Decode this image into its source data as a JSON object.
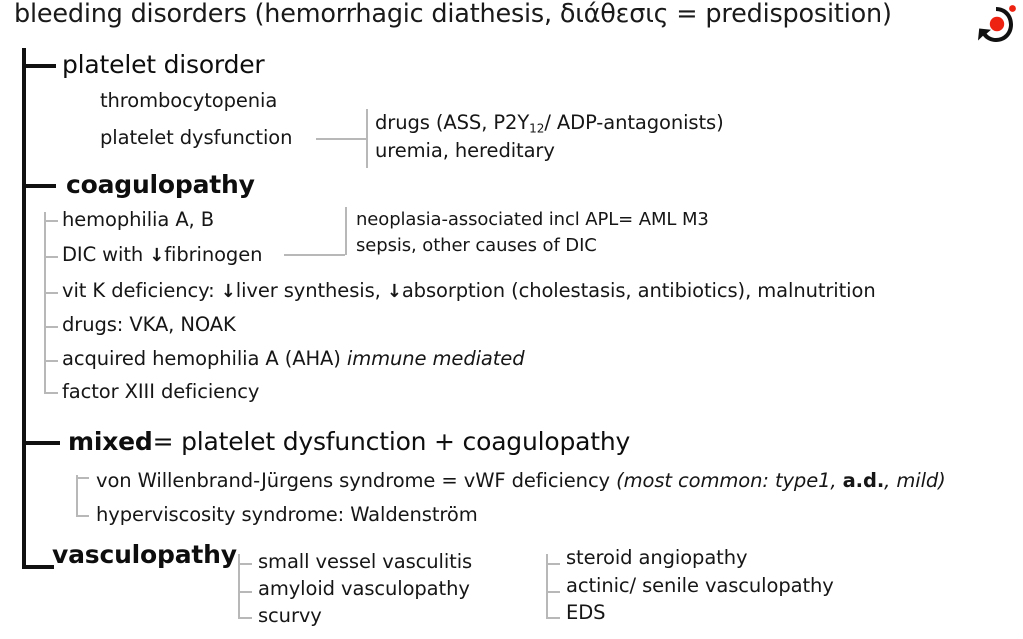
{
  "title": "bleeding disorders (hemorrhagic diathesis, διάθεσις = predisposition)",
  "logo": {
    "name": "brand-logo",
    "shape_color": "#111111",
    "dot_color": "#ee2211"
  },
  "sections": {
    "platelet": {
      "heading": "platelet disorder",
      "items": [
        {
          "label": "thrombocytopenia"
        },
        {
          "label": "platelet dysfunction"
        }
      ],
      "branch": [
        {
          "pre": "drugs (ASS, P2Y",
          "sub": "12",
          "post": "/ ADP-antagonists)"
        },
        {
          "label": "uremia, hereditary"
        }
      ]
    },
    "coagulopathy": {
      "heading": "coagulopathy",
      "items": [
        {
          "label": "hemophilia A, B"
        },
        {
          "pre": "DIC with ",
          "arrow": "↓",
          "post": "fibrinogen"
        },
        {
          "pre": "vit K deficiency: ",
          "arrow": "↓",
          "mid": "liver synthesis, ",
          "arrow2": "↓",
          "post": "absorption (cholestasis, antibiotics), malnutrition"
        },
        {
          "label": "drugs: VKA, NOAK"
        },
        {
          "label": "acquired hemophilia A (AHA) ",
          "italic": "immune mediated"
        },
        {
          "label": "factor XIII deficiency"
        }
      ],
      "branch": [
        {
          "label": "neoplasia-associated incl APL= AML M3"
        },
        {
          "label": "sepsis, other causes of DIC"
        }
      ]
    },
    "mixed": {
      "heading_bold": "mixed",
      "heading_rest": "= platelet dysfunction + coagulopathy",
      "items": [
        {
          "label": "von Willenbrand-Jürgens syndrome = vWF deficiency ",
          "italic1": "(most common: type1, ",
          "bold": "a.d.",
          "italic2": ", mild)"
        },
        {
          "label": "hyperviscosity syndrome: Waldenström"
        }
      ]
    },
    "vasculopathy": {
      "heading": "vasculopathy",
      "column_left": [
        {
          "label": "small vessel vasculitis"
        },
        {
          "label": "amyloid vasculopathy"
        },
        {
          "label": "scurvy"
        }
      ],
      "column_right": [
        {
          "label": "steroid angiopathy"
        },
        {
          "label": "actinic/ senile vasculopathy"
        },
        {
          "label": "EDS"
        }
      ]
    }
  }
}
